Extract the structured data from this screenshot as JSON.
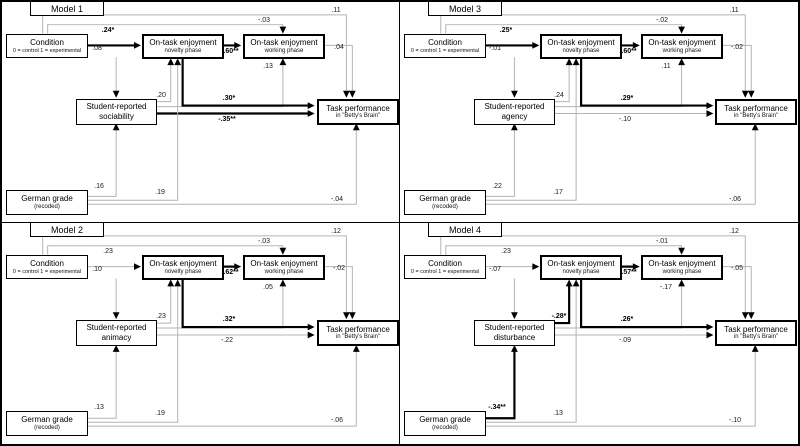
{
  "colors": {
    "background": "#ffffff",
    "box_border": "#000000",
    "line_default": "#b4b4b4",
    "line_significant": "#000000",
    "arrowhead": "#000000"
  },
  "nodes": {
    "condition": {
      "title": "Condition",
      "subtitle": "0 = control 1 = experimental"
    },
    "enjoyment_novelty": {
      "title": "On-task enjoyment",
      "subtitle": "novelty phase"
    },
    "enjoyment_working": {
      "title": "On-task enjoyment",
      "subtitle": "working phase"
    },
    "task_performance": {
      "title": "Task performance",
      "subtitle": "in \"Betty's Brain\""
    },
    "german_grade": {
      "title": "German grade",
      "subtitle": "(recoded)"
    }
  },
  "models": [
    {
      "title": "Model 1",
      "mediator": {
        "title": "Student-reported",
        "subtitle": "sociability"
      },
      "coefficients": {
        "cond_nov": {
          "value": ".24*",
          "bold": true
        },
        "cond_med": {
          "value": ".08",
          "bold": false
        },
        "cond_work": {
          "value": "-.03",
          "bold": false
        },
        "cond_task": {
          "value": ".11",
          "bold": false
        },
        "nov_work": {
          "value": ".60**",
          "bold": true
        },
        "work_task": {
          "value": ".04",
          "bold": false
        },
        "med_nov": {
          "value": ".20",
          "bold": false
        },
        "med_work": {
          "value": ".13",
          "bold": false
        },
        "nov_task": {
          "value": ".30*",
          "bold": true
        },
        "med_task": {
          "value": "-.35**",
          "bold": true
        },
        "ger_med": {
          "value": ".16",
          "bold": false
        },
        "ger_nov": {
          "value": ".19",
          "bold": false
        },
        "ger_task": {
          "value": "-.04",
          "bold": false
        }
      }
    },
    {
      "title": "Model 3",
      "mediator": {
        "title": "Student-reported",
        "subtitle": "agency"
      },
      "coefficients": {
        "cond_nov": {
          "value": ".25*",
          "bold": true
        },
        "cond_med": {
          "value": "-.01",
          "bold": false
        },
        "cond_work": {
          "value": "-.02",
          "bold": false
        },
        "cond_task": {
          "value": ".11",
          "bold": false
        },
        "nov_work": {
          "value": ".60**",
          "bold": true
        },
        "work_task": {
          "value": "-.02",
          "bold": false
        },
        "med_nov": {
          "value": ".24",
          "bold": false
        },
        "med_work": {
          "value": ".11",
          "bold": false
        },
        "nov_task": {
          "value": ".29*",
          "bold": true
        },
        "med_task": {
          "value": "-.10",
          "bold": false
        },
        "ger_med": {
          "value": ".22",
          "bold": false
        },
        "ger_nov": {
          "value": ".17",
          "bold": false
        },
        "ger_task": {
          "value": "-.06",
          "bold": false
        }
      }
    },
    {
      "title": "Model 2",
      "mediator": {
        "title": "Student-reported",
        "subtitle": "animacy"
      },
      "coefficients": {
        "cond_nov": {
          "value": ".23",
          "bold": false
        },
        "cond_med": {
          "value": ".10",
          "bold": false
        },
        "cond_work": {
          "value": "-.03",
          "bold": false
        },
        "cond_task": {
          "value": ".12",
          "bold": false
        },
        "nov_work": {
          "value": ".62**",
          "bold": true
        },
        "work_task": {
          "value": "-.02",
          "bold": false
        },
        "med_nov": {
          "value": ".23",
          "bold": false
        },
        "med_work": {
          "value": ".05",
          "bold": false
        },
        "nov_task": {
          "value": ".32*",
          "bold": true
        },
        "med_task": {
          "value": "-.22",
          "bold": false
        },
        "ger_med": {
          "value": ".13",
          "bold": false
        },
        "ger_nov": {
          "value": ".19",
          "bold": false
        },
        "ger_task": {
          "value": "-.06",
          "bold": false
        }
      }
    },
    {
      "title": "Model 4",
      "mediator": {
        "title": "Student-reported",
        "subtitle": "disturbance"
      },
      "coefficients": {
        "cond_nov": {
          "value": ".23",
          "bold": false
        },
        "cond_med": {
          "value": "-.07",
          "bold": false
        },
        "cond_work": {
          "value": "-.01",
          "bold": false
        },
        "cond_task": {
          "value": ".12",
          "bold": false
        },
        "nov_work": {
          "value": ".57**",
          "bold": true
        },
        "work_task": {
          "value": "-.05",
          "bold": false
        },
        "med_nov": {
          "value": "-.28*",
          "bold": true
        },
        "med_work": {
          "value": "-.17",
          "bold": false
        },
        "nov_task": {
          "value": ".26*",
          "bold": true
        },
        "med_task": {
          "value": "-.09",
          "bold": false
        },
        "ger_med": {
          "value": "-.34**",
          "bold": true
        },
        "ger_nov": {
          "value": ".13",
          "bold": false
        },
        "ger_task": {
          "value": "-.10",
          "bold": false
        }
      }
    }
  ]
}
